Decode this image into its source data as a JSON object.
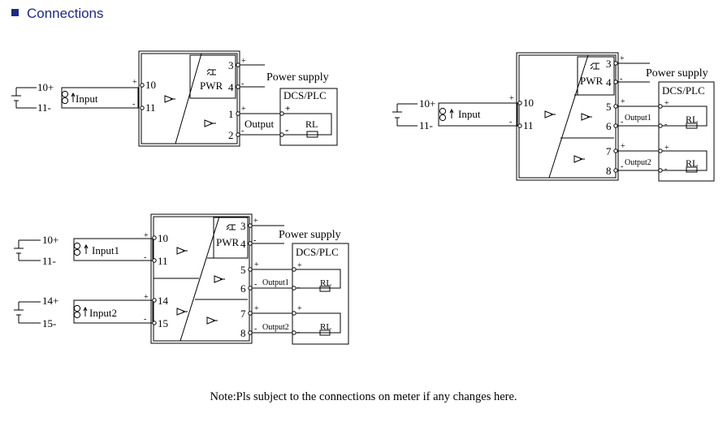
{
  "heading": {
    "title": "Connections",
    "bullet_icon": "square-bullet-icon"
  },
  "common": {
    "power_supply": "Power supply",
    "dcs_plc": "DCS/PLC",
    "pwr": "PWR",
    "rl": "RL",
    "plus": "+",
    "minus": "-"
  },
  "diagram1": {
    "battery_pos": "10+",
    "battery_neg": "11-",
    "input_label": "Input",
    "t10": "10",
    "t11": "11",
    "t3": "3",
    "t4": "4",
    "t1": "1",
    "t2": "2",
    "output_label": "Output"
  },
  "diagram2": {
    "battery_pos": "10+",
    "battery_neg": "11-",
    "input_label": "Input",
    "t10": "10",
    "t11": "11",
    "t3": "3",
    "t4": "4",
    "t5": "5",
    "t6": "6",
    "t7": "7",
    "t8": "8",
    "output1_label": "Output1",
    "output2_label": "Output2"
  },
  "diagram3": {
    "battery1_pos": "10+",
    "battery1_neg": "11-",
    "battery2_pos": "14+",
    "battery2_neg": "15-",
    "input1_label": "Input1",
    "input2_label": "Input2",
    "t10": "10",
    "t11": "11",
    "t14": "14",
    "t15": "15",
    "t3": "3",
    "t4": "4",
    "t5": "5",
    "t6": "6",
    "t7": "7",
    "t8": "8",
    "output1_label": "Output1",
    "output2_label": "Output2"
  },
  "note": "Note:Pls subject to the connections on meter if any changes here."
}
